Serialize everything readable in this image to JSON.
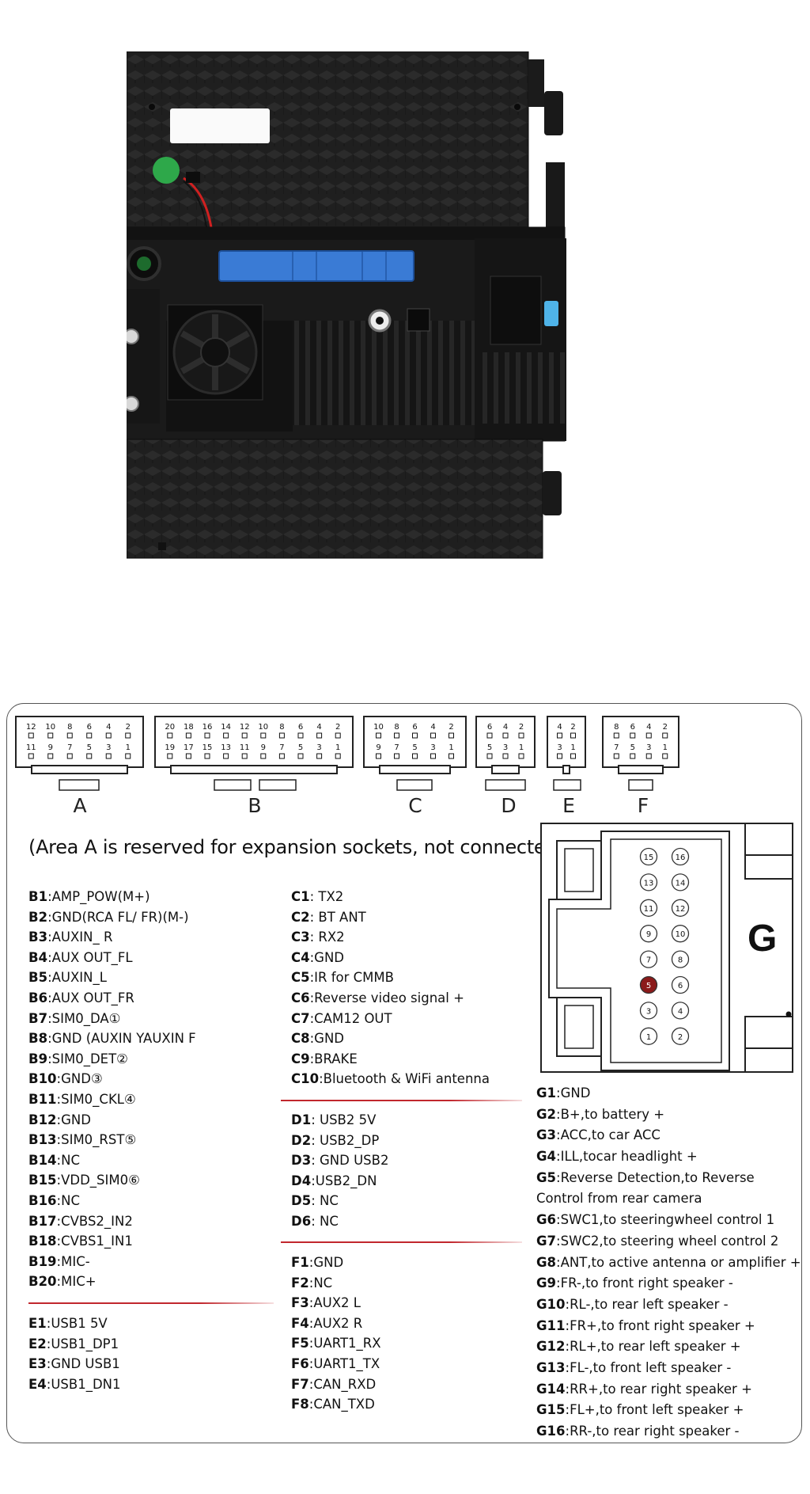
{
  "connectors": [
    {
      "label": "A",
      "top": [
        "12",
        "10",
        "8",
        "6",
        "4",
        "2"
      ],
      "bottom": [
        "11",
        "9",
        "7",
        "5",
        "3",
        "1"
      ]
    },
    {
      "label": "B",
      "top": [
        "20",
        "18",
        "16",
        "14",
        "12",
        "10",
        "8",
        "6",
        "4",
        "2"
      ],
      "bottom": [
        "19",
        "17",
        "15",
        "13",
        "11",
        "9",
        "7",
        "5",
        "3",
        "1"
      ]
    },
    {
      "label": "C",
      "top": [
        "10",
        "8",
        "6",
        "4",
        "2"
      ],
      "bottom": [
        "9",
        "7",
        "5",
        "3",
        "1"
      ]
    },
    {
      "label": "D",
      "top": [
        "6",
        "4",
        "2"
      ],
      "bottom": [
        "5",
        "3",
        "1"
      ]
    },
    {
      "label": "E",
      "top": [
        "4",
        "2"
      ],
      "bottom": [
        "3",
        "1"
      ]
    },
    {
      "label": "F",
      "top": [
        "8",
        "6",
        "4",
        "2"
      ],
      "bottom": [
        "7",
        "5",
        "3",
        "1"
      ]
    }
  ],
  "note": "(Area A is reserved for expansion sockets, not connected)",
  "b_pins": [
    {
      "id": "B1",
      "desc": ":AMP_POW(M+)"
    },
    {
      "id": "B2",
      "desc": ":GND(RCA FL/ FR)(M-)"
    },
    {
      "id": "B3",
      "desc": ":AUXIN_ R"
    },
    {
      "id": "B4",
      "desc": ":AUX OUT_FL"
    },
    {
      "id": "B5",
      "desc": ":AUXIN_L"
    },
    {
      "id": "B6",
      "desc": ":AUX OUT_FR"
    },
    {
      "id": "B7",
      "desc": ":SIM0_DA①"
    },
    {
      "id": "B8",
      "desc": ":GND (AUXIN YAUXIN F"
    },
    {
      "id": "B9",
      "desc": ":SIM0_DET②"
    },
    {
      "id": "B10",
      "desc": ":GND③"
    },
    {
      "id": "B11",
      "desc": ":SIM0_CKL④"
    },
    {
      "id": "B12",
      "desc": ":GND"
    },
    {
      "id": "B13",
      "desc": ":SIM0_RST⑤"
    },
    {
      "id": "B14",
      "desc": ":NC"
    },
    {
      "id": "B15",
      "desc": ":VDD_SIM0⑥"
    },
    {
      "id": "B16",
      "desc": ":NC"
    },
    {
      "id": "B17",
      "desc": ":CVBS2_IN2"
    },
    {
      "id": "B18",
      "desc": ":CVBS1_IN1"
    },
    {
      "id": "B19",
      "desc": ":MIC-"
    },
    {
      "id": "B20",
      "desc": ":MIC+"
    }
  ],
  "e_pins": [
    {
      "id": "E1",
      "desc": ":USB1 5V"
    },
    {
      "id": "E2",
      "desc": ":USB1_DP1"
    },
    {
      "id": "E3",
      "desc": ":GND USB1"
    },
    {
      "id": "E4",
      "desc": ":USB1_DN1"
    }
  ],
  "c_pins": [
    {
      "id": "C1",
      "desc": ": TX2"
    },
    {
      "id": "C2",
      "desc": ": BT ANT"
    },
    {
      "id": "C3",
      "desc": ": RX2"
    },
    {
      "id": "C4",
      "desc": ":GND"
    },
    {
      "id": "C5",
      "desc": ":IR for CMMB"
    },
    {
      "id": "C6",
      "desc": ":Reverse video signal +"
    },
    {
      "id": "C7",
      "desc": ":CAM12 OUT"
    },
    {
      "id": "C8",
      "desc": ":GND"
    },
    {
      "id": "C9",
      "desc": ":BRAKE"
    },
    {
      "id": "C10",
      "desc": ":Bluetooth & WiFi antenna"
    }
  ],
  "d_pins": [
    {
      "id": "D1",
      "desc": ": USB2 5V"
    },
    {
      "id": "D2",
      "desc": ": USB2_DP"
    },
    {
      "id": "D3",
      "desc": ": GND USB2"
    },
    {
      "id": "D4",
      "desc": ":USB2_DN"
    },
    {
      "id": "D5",
      "desc": ": NC"
    },
    {
      "id": "D6",
      "desc": ": NC"
    }
  ],
  "f_pins": [
    {
      "id": "F1",
      "desc": ":GND"
    },
    {
      "id": "F2",
      "desc": ":NC"
    },
    {
      "id": "F3",
      "desc": ":AUX2 L"
    },
    {
      "id": "F4",
      "desc": ":AUX2 R"
    },
    {
      "id": "F5",
      "desc": ":UART1_RX"
    },
    {
      "id": "F6",
      "desc": ":UART1_TX"
    },
    {
      "id": "F7",
      "desc": ":CAN_RXD"
    },
    {
      "id": "F8",
      "desc": ":CAN_TXD"
    }
  ],
  "g_connector": {
    "label": "G",
    "pins_left": [
      "15",
      "13",
      "11",
      "9",
      "7",
      "5",
      "3",
      "1"
    ],
    "pins_right": [
      "16",
      "14",
      "12",
      "10",
      "8",
      "6",
      "4",
      "2"
    ],
    "highlight_pin": "5",
    "highlight_color": "#8b1a1a"
  },
  "g_pins": [
    {
      "id": "G1",
      "desc": ":GND"
    },
    {
      "id": "G2",
      "desc": ":B+,to battery +"
    },
    {
      "id": "G3",
      "desc": ":ACC,to car ACC"
    },
    {
      "id": "G4",
      "desc": ":ILL,tocar headlight +"
    },
    {
      "id": "G5",
      "desc": ":Reverse Detection,to Reverse"
    },
    {
      "id": "",
      "desc": "Control from rear camera"
    },
    {
      "id": "G6",
      "desc": ":SWC1,to steeringwheel control 1"
    },
    {
      "id": "G7",
      "desc": ":SWC2,to steering wheel control 2"
    },
    {
      "id": "G8",
      "desc": ":ANT,to active antenna or amplifier +"
    },
    {
      "id": "G9",
      "desc": ":FR-,to front right speaker -"
    },
    {
      "id": "G10",
      "desc": ":RL-,to rear left speaker -"
    },
    {
      "id": "G11",
      "desc": ":FR+,to front right speaker +"
    },
    {
      "id": "G12",
      "desc": ":RL+,to rear left speaker +"
    },
    {
      "id": "G13",
      "desc": ":FL-,to front left speaker -"
    },
    {
      "id": "G14",
      "desc": ":RR+,to rear right speaker +"
    },
    {
      "id": "G15",
      "desc": ":FL+,to front left speaker +"
    },
    {
      "id": "G16",
      "desc": ":RR-,to rear right speaker -"
    }
  ],
  "colors": {
    "separator": "#c1272d",
    "unit_body": "#1c1c1c",
    "connector_blue": "#3a7bd5",
    "fuse": "#4fb3e8",
    "sticker": "#2ea84a"
  }
}
